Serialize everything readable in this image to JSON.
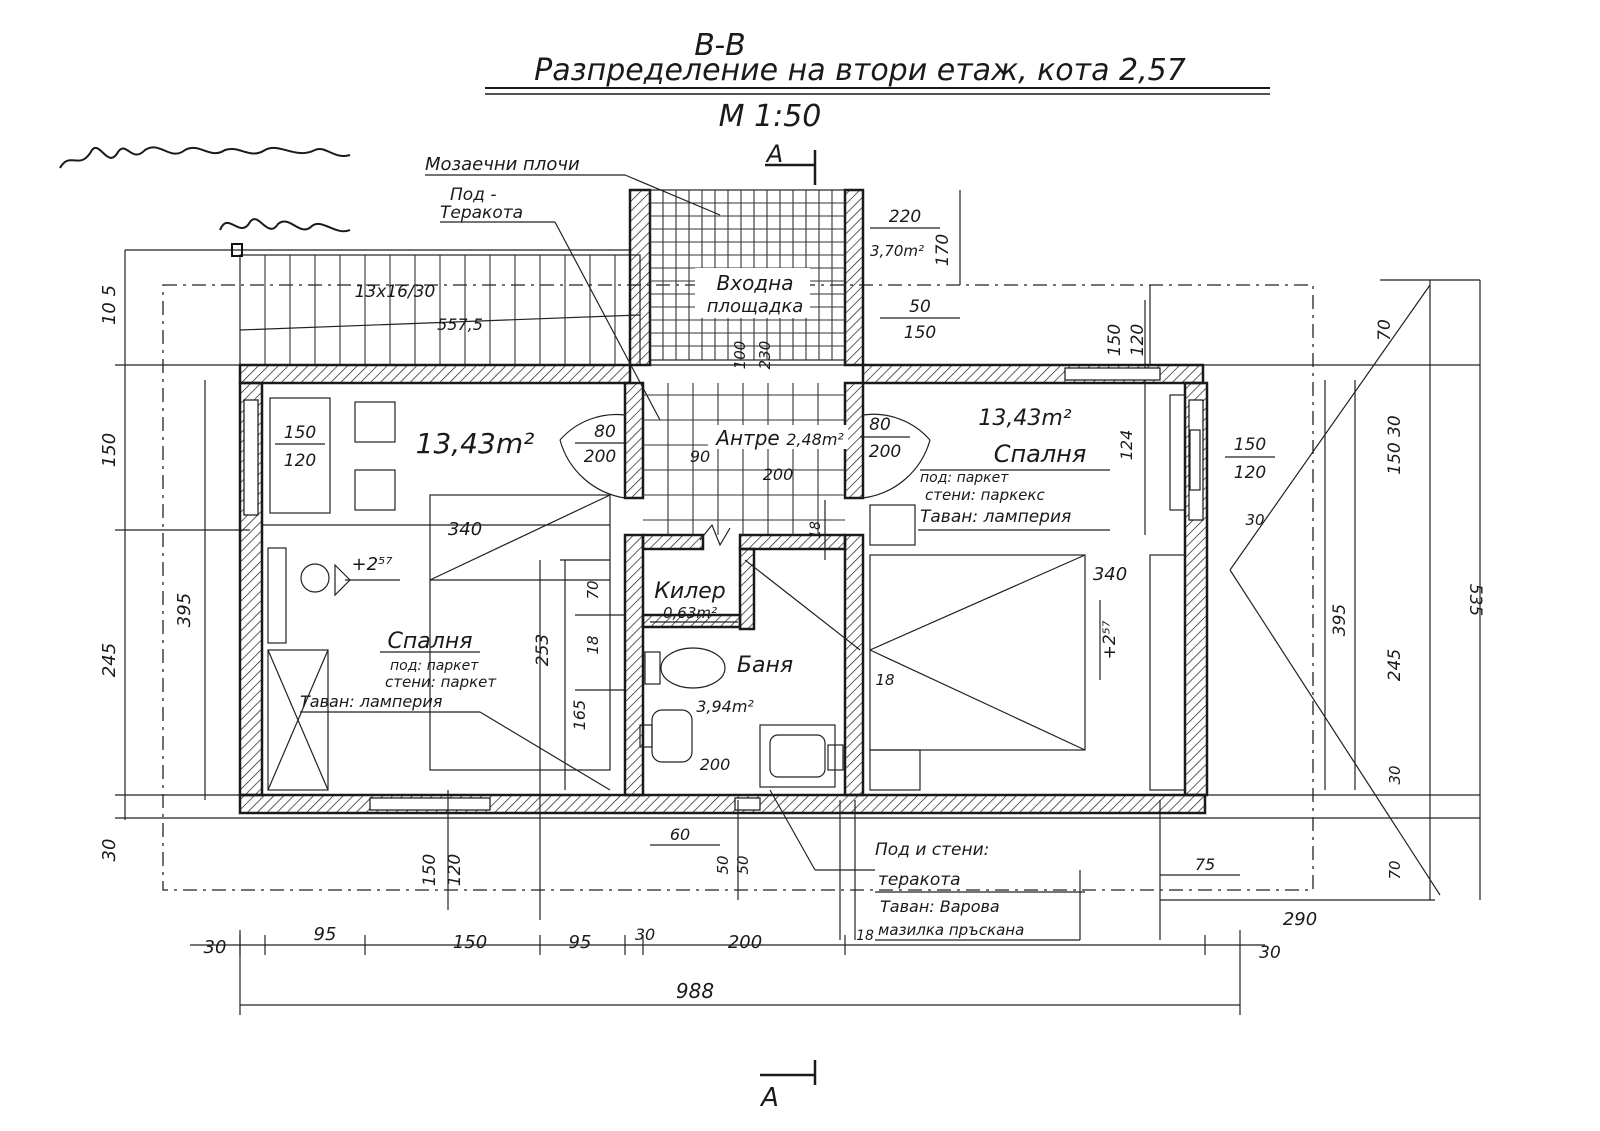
{
  "header": {
    "section": "B-B",
    "title": "Разпределение на втори етаж, кота 2,57",
    "scale": "М 1:50"
  },
  "section_marks": {
    "top": "A",
    "bottom": "A"
  },
  "rooms": {
    "entrance_platform": {
      "name_line1": "Входна",
      "name_line2": "площадка",
      "area": "3,70m²"
    },
    "hall": {
      "name": "Антре",
      "area": "2,48m²"
    },
    "left_bedroom": {
      "area": "13,43m²",
      "name": "Спалня",
      "floor": "под: паркет",
      "walls": "стени: паркет",
      "ceiling": "Таван: ламперия",
      "level": "+2⁵⁷"
    },
    "right_bedroom": {
      "area": "13,43m²",
      "name": "Спалня",
      "floor": "под: паркет",
      "walls": "стени: паркекс",
      "ceiling": "Таван: ламперия",
      "level": "+2⁵⁷"
    },
    "closet": {
      "name": "Килер",
      "area": "0,63m²"
    },
    "bath": {
      "name": "Баня",
      "area": "3,94m²"
    }
  },
  "annotations": {
    "mosaic": "Мозаечни плочи",
    "floor_terracotta_1": "Под -",
    "floor_terracotta_2": "Теракота",
    "stairs": "13x16/30",
    "bath_walls": "Под и стени:",
    "bath_terracotta": "теракота",
    "bath_ceiling_1": "Таван: Варова",
    "bath_ceiling_2": "мазилка пръскана"
  },
  "dimensions": {
    "total": "988",
    "bottom_chain": [
      "30",
      "95",
      "150",
      "95",
      "30",
      "200",
      "18",
      "30"
    ],
    "left_chain": [
      "10 5",
      "150",
      "395",
      "245",
      "30"
    ],
    "right_chain": [
      "70",
      "150 30",
      "395",
      "245",
      "30",
      "70"
    ],
    "right_total": "535",
    "right_bottom": "290",
    "right_75": "75",
    "stair_len": "557,5",
    "win_left": [
      "150",
      "120"
    ],
    "win_right": [
      "150",
      "120"
    ],
    "win_top_right": [
      "150",
      "120"
    ],
    "win_bottom": [
      "150",
      "120"
    ],
    "win_bath": [
      "50",
      "50"
    ],
    "door_left": [
      "80",
      "200"
    ],
    "door_right": [
      "80",
      "200"
    ],
    "platform_w": "220",
    "platform_h": "170",
    "platform_door": [
      "50",
      "150"
    ],
    "hall_w": "200",
    "hall_90": "90",
    "hall_100": "100",
    "hall_230": "230",
    "bed_left_340": "340",
    "bed_right_340": "340",
    "dim_253": "253",
    "dim_165": "165",
    "dim_18a": "18",
    "dim_18b": "18",
    "dim_18c": "18",
    "dim_70": "70",
    "dim_124": "124",
    "dim_60": "60",
    "bath_200": "200",
    "right_30": "30"
  }
}
